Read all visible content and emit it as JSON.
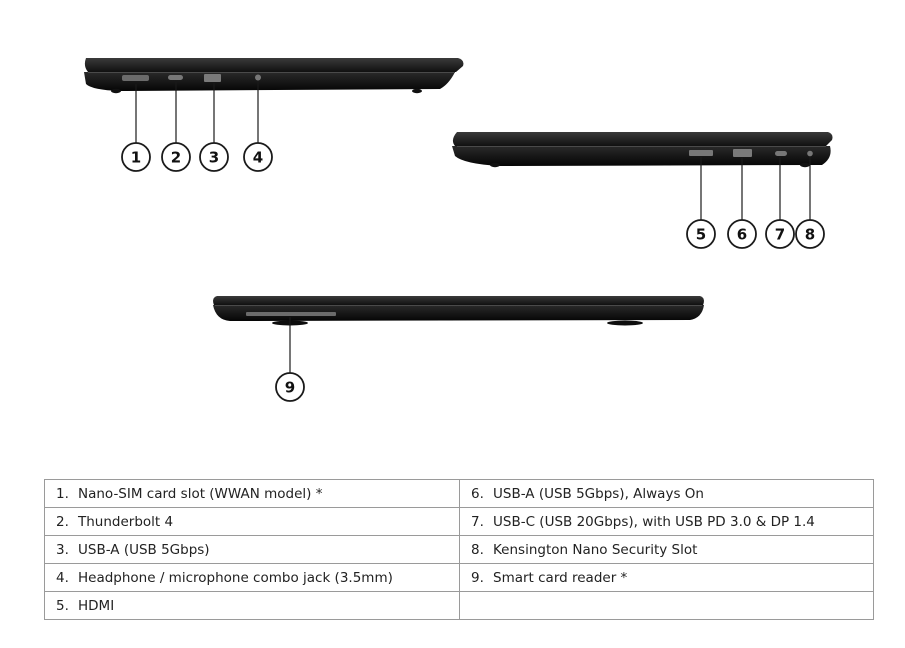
{
  "callouts": [
    "1",
    "2",
    "3",
    "4",
    "5",
    "6",
    "7",
    "8",
    "9"
  ],
  "ports": {
    "left": [
      {
        "num": "1.",
        "text": "Nano-SIM card slot (WWAN model) *"
      },
      {
        "num": "2.",
        "text": "Thunderbolt 4"
      },
      {
        "num": "3.",
        "text": "USB-A (USB 5Gbps)"
      },
      {
        "num": "4.",
        "text": "Headphone / microphone combo jack (3.5mm)"
      },
      {
        "num": "5.",
        "text": "HDMI"
      }
    ],
    "right": [
      {
        "num": "6.",
        "text": "USB-A (USB 5Gbps), Always On"
      },
      {
        "num": "7.",
        "text": "USB-C (USB 20Gbps), with USB PD 3.0 & DP 1.4"
      },
      {
        "num": "8.",
        "text": "Kensington Nano Security Slot"
      },
      {
        "num": "9.",
        "text": "Smart card reader *"
      },
      {
        "num": "",
        "text": ""
      }
    ]
  }
}
